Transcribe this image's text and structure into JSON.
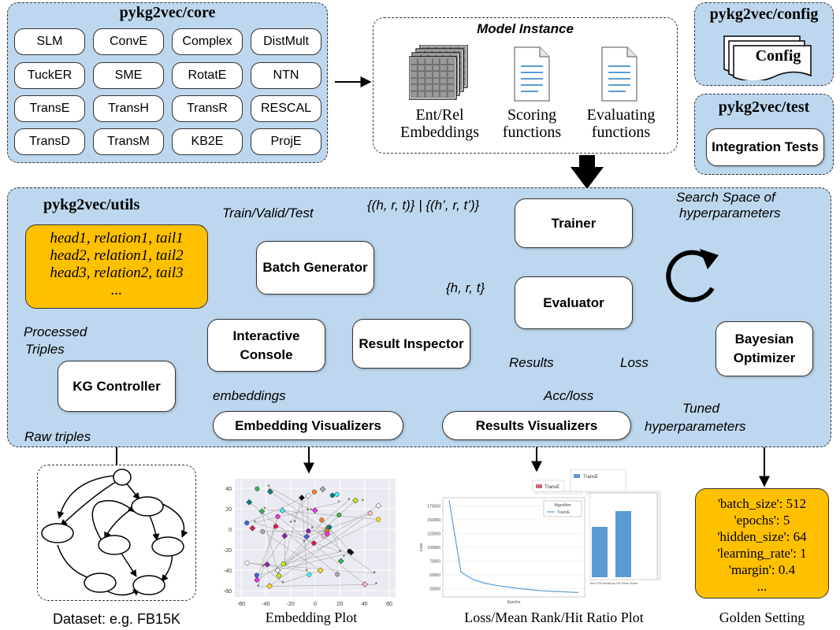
{
  "core": {
    "title": "pykg2vec/core",
    "models": [
      "SLM",
      "ConvE",
      "Complex",
      "DistMult",
      "TuckER",
      "SME",
      "RotatE",
      "NTN",
      "TransE",
      "TransH",
      "TransR",
      "RESCAL",
      "TransD",
      "TransM",
      "KB2E",
      "ProjE"
    ]
  },
  "model_instance": {
    "title": "Model Instance",
    "items": [
      "Ent/Rel Embeddings",
      "Scoring functions",
      "Evaluating functions"
    ]
  },
  "config": {
    "title": "pykg2vec/config",
    "label": "Config"
  },
  "test": {
    "title": "pykg2vec/test",
    "label": "Integration Tests"
  },
  "utils": {
    "title": "pykg2vec/utils",
    "triples": [
      "head1, relation1, tail1",
      "head2, relation1, tail2",
      "head3, relation2, tail3",
      "..."
    ],
    "batch_generator": "Batch Generator",
    "trainer": "Trainer",
    "evaluator": "Evaluator",
    "result_inspector": "Result Inspector",
    "interactive_console": "Interactive Console",
    "bayesian_optimizer": "Bayesian Optimizer",
    "kg_controller": "KG Controller",
    "embedding_visualizers": "Embedding Visualizers",
    "results_visualizers": "Results Visualizers"
  },
  "labels": {
    "train_valid_test": "Train/Valid/Test",
    "neg_sampling": "{(h, r, t)} | {(h’, r, t’)}",
    "hrt": "{h, r, t}",
    "search_space_1": "Search Space of",
    "search_space_2": "hyperparameters",
    "processed_triples_1": "Processed",
    "processed_triples_2": "Triples",
    "results": "Results",
    "loss": "Loss",
    "embeddings": "embeddings",
    "acc_loss": "Acc/loss",
    "tuned_1": "Tuned",
    "tuned_2": "hyperparameters",
    "raw_triples": "Raw triples"
  },
  "golden": {
    "lines": [
      "'batch_size': 512",
      "'epochs': 5",
      "'hidden_size': 64",
      "'learning_rate': 1",
      "'margin': 0.4",
      "..."
    ]
  },
  "captions": {
    "dataset": "Dataset: e.g. FB15K",
    "embedding_plot": "Embedding Plot",
    "loss_plot": "Loss/Mean Rank/Hit Ratio Plot",
    "golden": "Golden Setting"
  },
  "embedding_plot": {
    "x_ticks": [
      "-60",
      "-40",
      "-20",
      "0",
      "20",
      "40",
      "60"
    ],
    "y_ticks": [
      "40",
      "20",
      "0",
      "-20",
      "-40",
      "-60"
    ]
  },
  "loss_plot": {
    "x_label": "Epochs",
    "y_label": "Loss",
    "y_ticks": [
      "175000",
      "150000",
      "125000",
      "100000",
      "75000",
      "50000",
      "25000"
    ],
    "legend_title": "Algorithm",
    "legend_entry": "TransE",
    "bar_legend": "TransE",
    "bar_captions": [
      "Sum Filt Mean Rank",
      "Sum Filt Rank",
      "Sum Filt Mean Rank"
    ],
    "series": [
      {
        "name": "TransE",
        "values": [
          185000,
          55000,
          42000,
          35000,
          31000,
          28000,
          25000,
          23000,
          21000,
          20000,
          19000,
          18000
        ]
      }
    ]
  }
}
